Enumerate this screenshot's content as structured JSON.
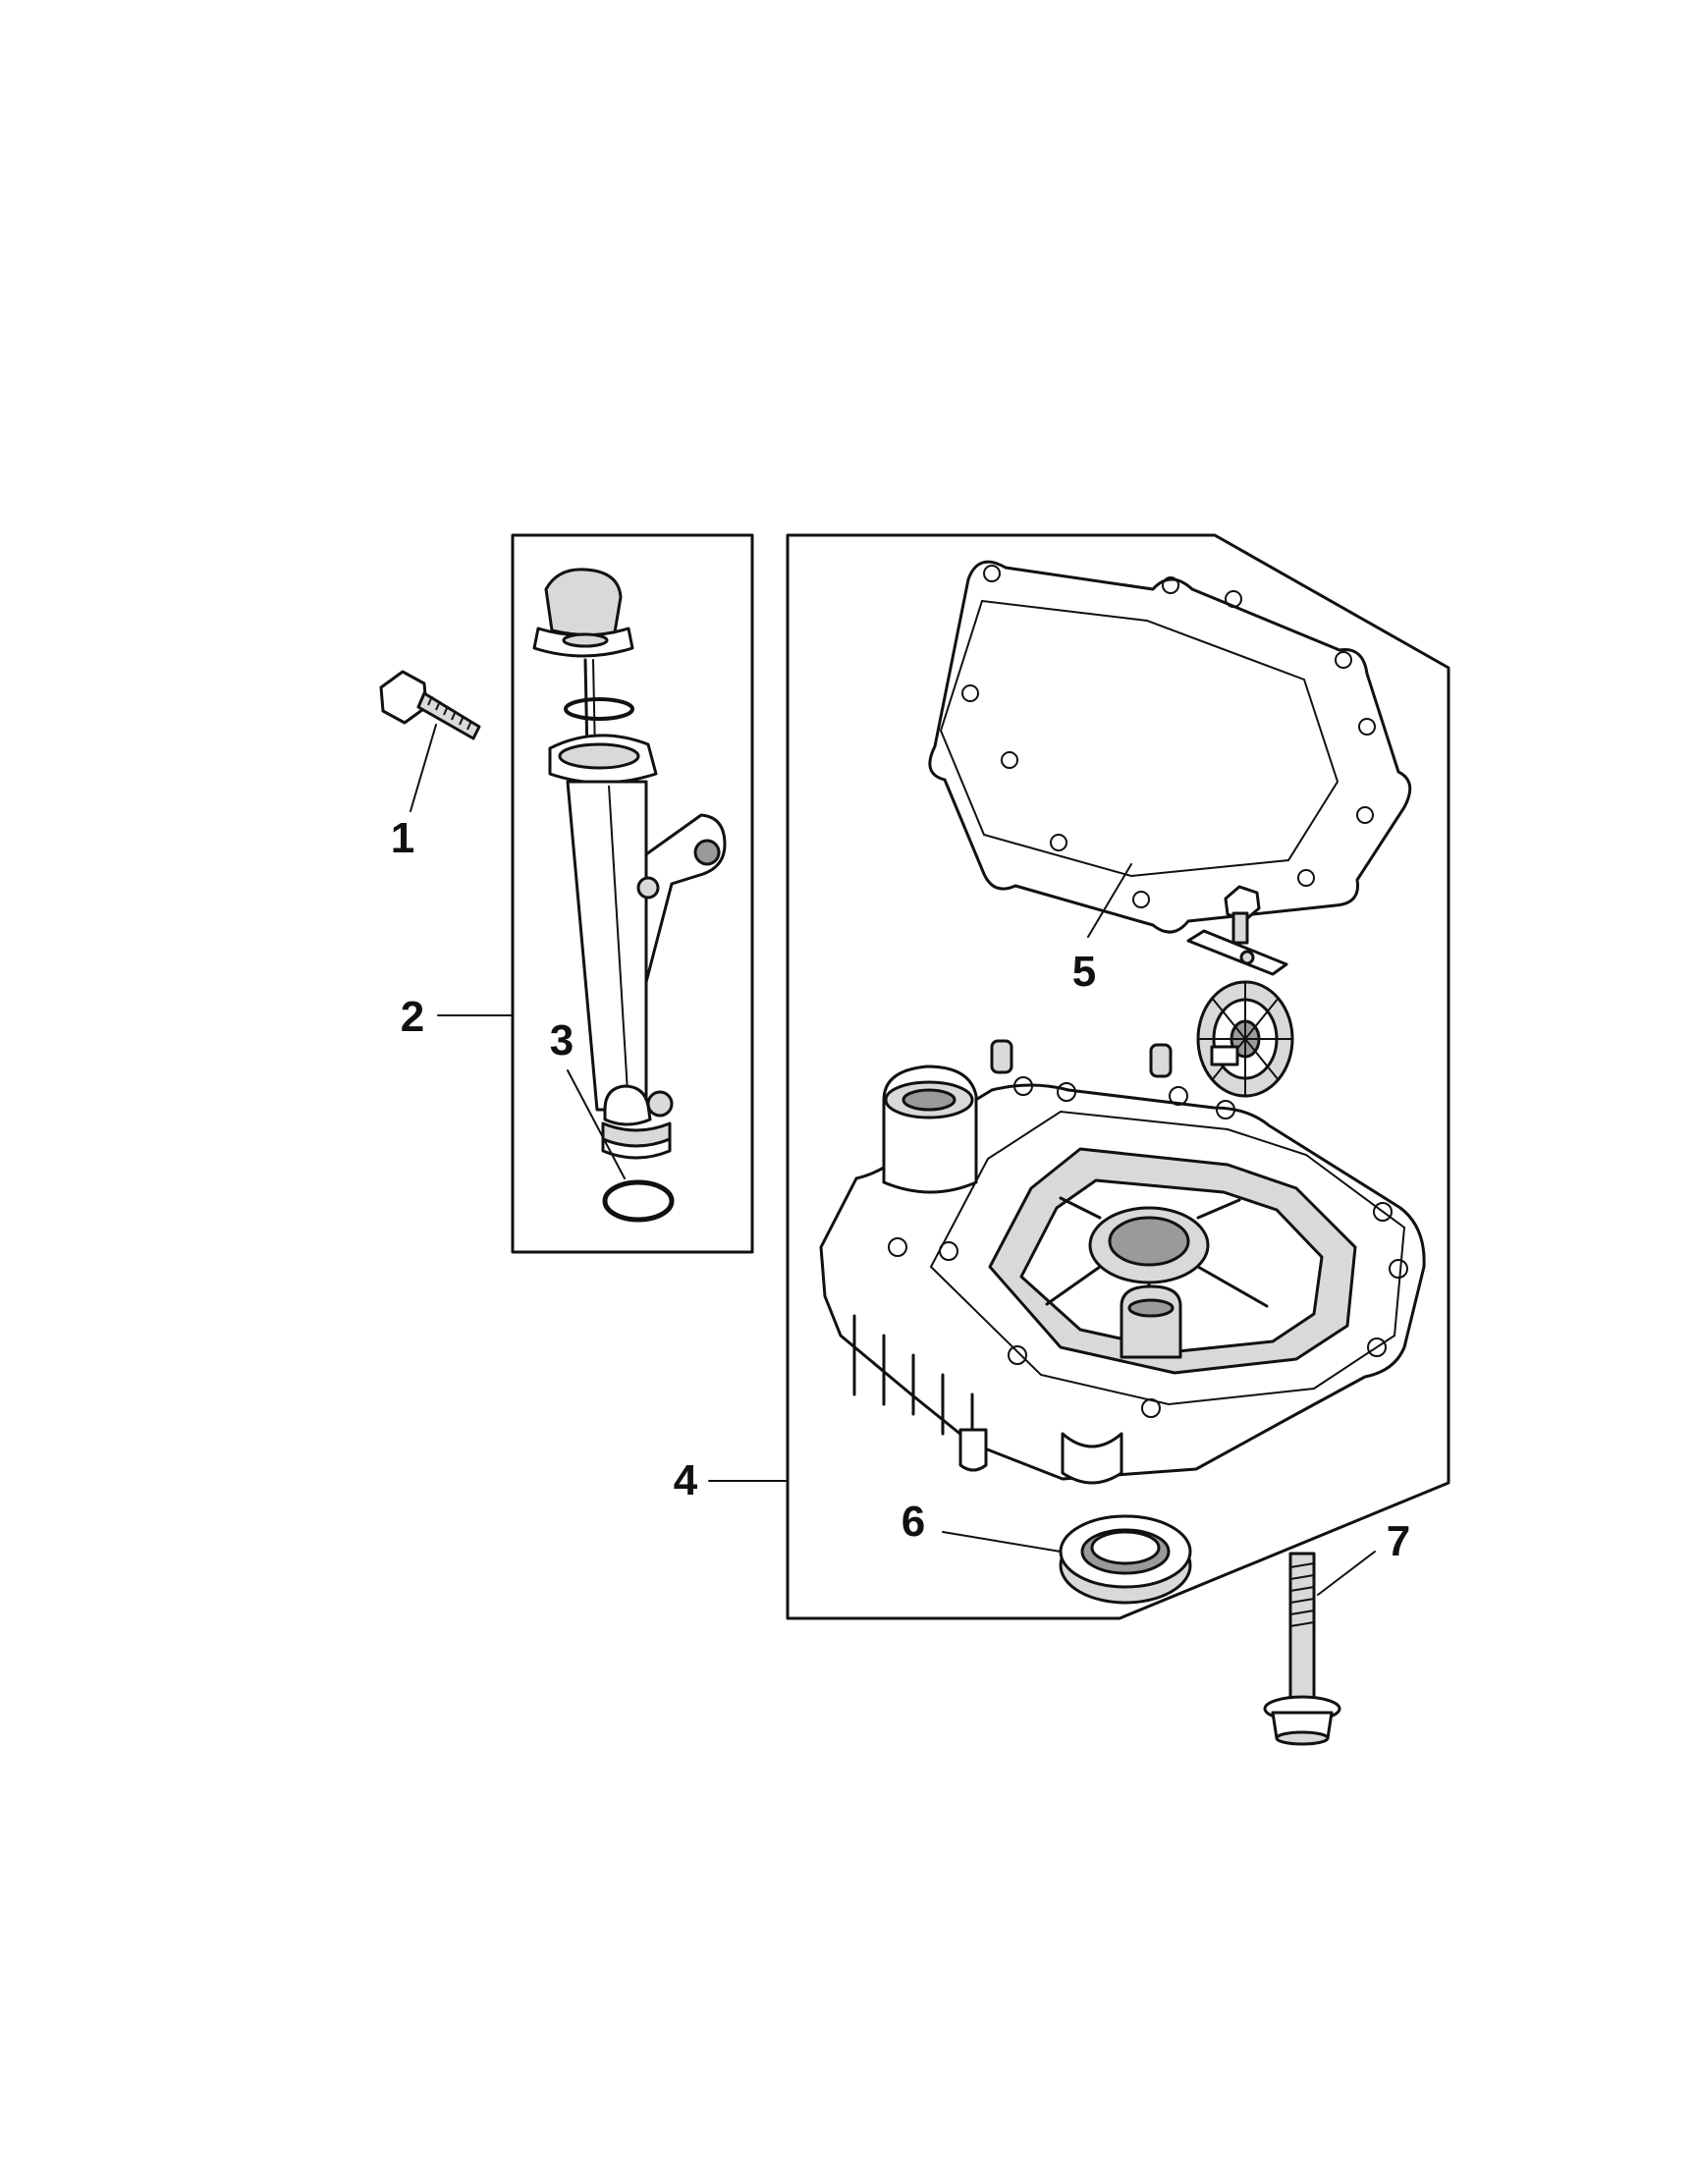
{
  "diagram": {
    "callouts": [
      {
        "id": "1",
        "label": "1"
      },
      {
        "id": "2",
        "label": "2"
      },
      {
        "id": "3",
        "label": "3"
      },
      {
        "id": "4",
        "label": "4"
      },
      {
        "id": "5",
        "label": "5"
      },
      {
        "id": "6",
        "label": "6"
      },
      {
        "id": "7",
        "label": "7"
      }
    ],
    "colors": {
      "line": "#111111",
      "fill_light": "#d9d9d9",
      "fill_mid": "#9a9a9a",
      "background": "#ffffff"
    },
    "parts": [
      {
        "callout": "1",
        "icon": "bolt-icon"
      },
      {
        "callout": "2",
        "icon": "dipstick-tube-assembly-icon"
      },
      {
        "callout": "3",
        "icon": "o-ring-icon"
      },
      {
        "callout": "4",
        "icon": "crankcase-cover-icon"
      },
      {
        "callout": "5",
        "icon": "gasket-icon"
      },
      {
        "callout": "6",
        "icon": "oil-seal-icon"
      },
      {
        "callout": "7",
        "icon": "bolt-icon"
      }
    ]
  }
}
